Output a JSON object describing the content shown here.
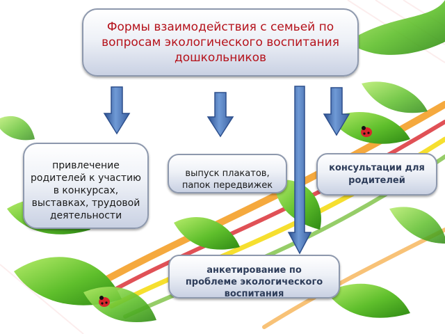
{
  "title": "Формы взаимодействия  с семьей по вопросам экологического воспитания дошкольников",
  "forms": [
    "привлечение родителей к участию в конкурсах, выставках, трудовой деятельности",
    "выпуск плакатов, папок передвижек",
    "консультации для родителей",
    "анкетирование по проблеме экологического воспитания"
  ],
  "colors": {
    "title_text": "#b5121b",
    "arrow": "#4f79bd",
    "leaf": "#5fbf2c",
    "ribbon_orange": "#f39a1c",
    "ribbon_red": "#d8262c",
    "ribbon_yellow": "#f5d90a",
    "ribbon_green": "#7cc142"
  },
  "decor": {
    "leaf_icon": "green-leaf",
    "ladybug_icon": "ladybug"
  }
}
